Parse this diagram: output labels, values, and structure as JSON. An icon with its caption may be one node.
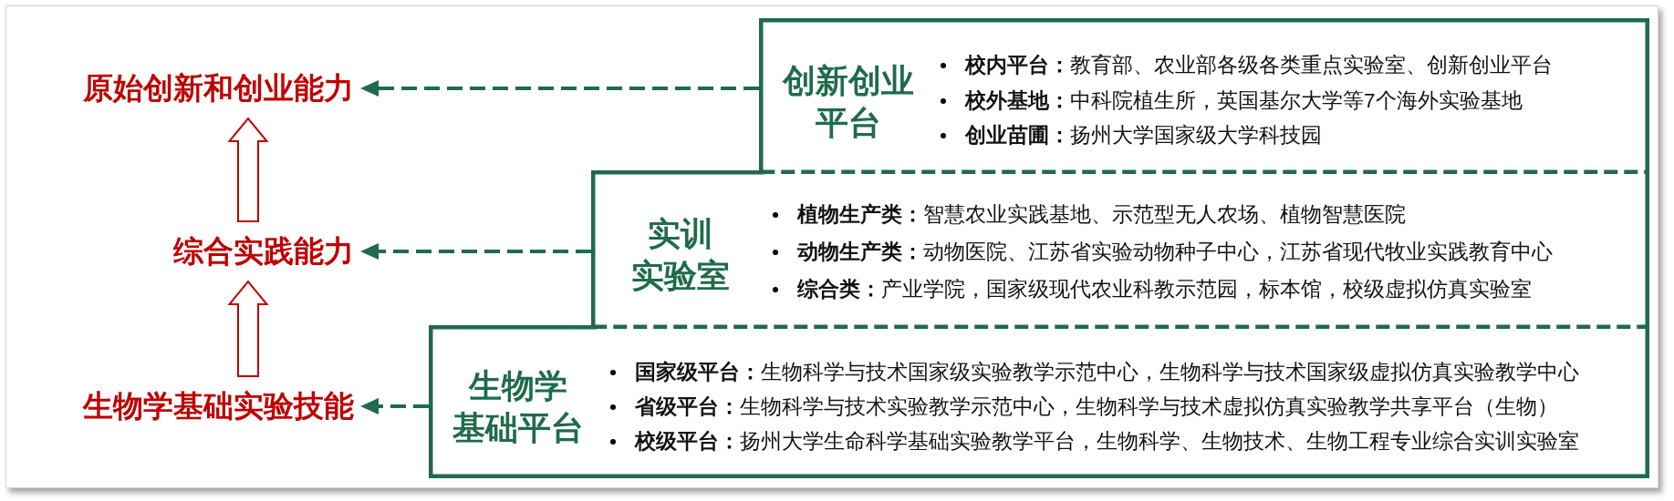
{
  "diagram": {
    "nodes": [
      {
        "text": [
          "原始创新和创业能力"
        ]
      },
      {
        "text": [
          "综合实践能力"
        ]
      },
      {
        "text": [
          "生物学基础实验技能"
        ]
      },
      {
        "text": [
          "创新创业平台",
          "**校内平台：**教育部、农业部各级各类重点实验室、创新创业平台",
          "**校外基地：**中科院植生所，英国基尔大学等7个海外实验基地",
          "**创业苗圃：**扬州大学国家级大学科技园"
        ]
      },
      {
        "text": [
          "实训实验室",
          "**植物生产类：**智慧农业实践基地、示范型无人农场、植物智慧医院",
          "**动物生产类：**动物医院、江苏省实验动物种子中心，江苏省现代牧业实践教育中心",
          "**综合类：**产业学院，国家级现代农业科教示范园，标本馆，校级虚拟仿真实验室"
        ]
      },
      {
        "text": [
          "生物学基础平台",
          "**国家级平台：**生物科学与技术国家级实验教学示范中心，生物科学与技术国家级虚拟仿真实验教学中心",
          "**省级平台：**生物科学与技术实验教学示范中心，生物科学与技术虚拟仿真实验教学共享平台（生物）",
          "**校级平台：**扬州大学生命科学基础实验教学平台，生物科学、生物技术、生物工程专业综合实训实验室"
        ]
      }
    ],
    "edges": [
      {
        "from": 3,
        "to": 0,
        "arrow": "to",
        "style": "dashed"
      },
      {
        "from": 4,
        "to": 1,
        "arrow": "to",
        "style": "dashed"
      },
      {
        "from": 5,
        "to": 2,
        "arrow": "to",
        "style": "dashed"
      },
      {
        "from": 2,
        "to": 1,
        "arrow": "to",
        "color": "#c00000"
      },
      {
        "from": 1,
        "to": 0,
        "arrow": "to",
        "color": "#c00000"
      }
    ]
  }
}
